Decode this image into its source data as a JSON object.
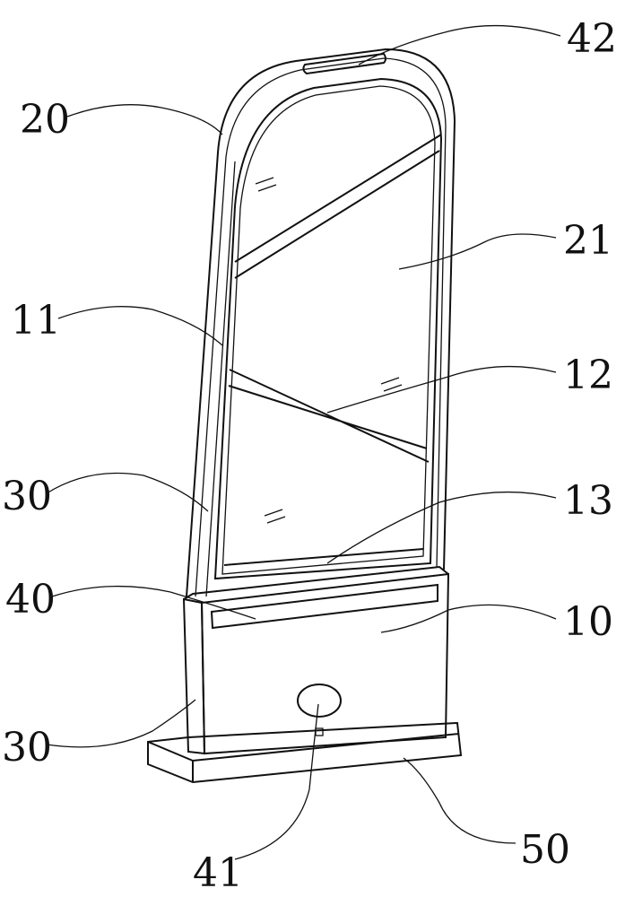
{
  "figure": {
    "labels": {
      "l42": "42",
      "l20": "20",
      "l21": "21",
      "l11": "11",
      "l12": "12",
      "l30a": "30",
      "l13": "13",
      "l40": "40",
      "l10": "10",
      "l30b": "30",
      "l41": "41",
      "l50": "50"
    }
  }
}
